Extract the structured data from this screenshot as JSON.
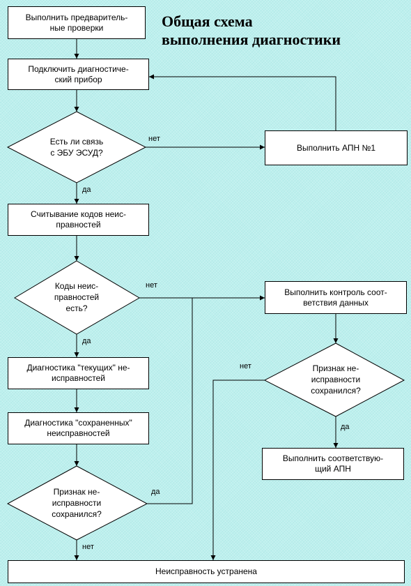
{
  "title": [
    "Общая схема",
    "выполнения диагностики"
  ],
  "boxes": {
    "prelim": [
      "Выполнить предваритель-",
      "ные проверки"
    ],
    "connect": [
      "Подключить диагностиче-",
      "ский прибор"
    ],
    "apn1": [
      "Выполнить АПН №1"
    ],
    "read_codes": [
      "Считывание кодов неис-",
      "правностей"
    ],
    "verify": [
      "Выполнить контроль соот-",
      "ветствия данных"
    ],
    "current": [
      "Диагностика \"текущих\" не-",
      "исправностей"
    ],
    "saved": [
      "Диагностика \"сохраненных\"",
      "неисправностей"
    ],
    "apn_match": [
      "Выполнить соответствую-",
      "щий АПН"
    ],
    "fixed": [
      "Неисправность устранена"
    ]
  },
  "decisions": {
    "link": [
      "Есть ли связь",
      "с ЭБУ ЭСУД?"
    ],
    "codes": [
      "Коды неис-",
      "правностей",
      "есть?"
    ],
    "persist_right": [
      "Признак не-",
      "исправности",
      "сохранился?"
    ],
    "persist_left": [
      "Признак не-",
      "исправности",
      "сохранился?"
    ]
  },
  "labels": {
    "link_no": "нет",
    "link_yes": "да",
    "codes_no": "нет",
    "codes_yes": "да",
    "persist_right_no": "нет",
    "persist_right_yes": "да",
    "persist_left_yes": "да",
    "persist_left_no": "нет"
  }
}
